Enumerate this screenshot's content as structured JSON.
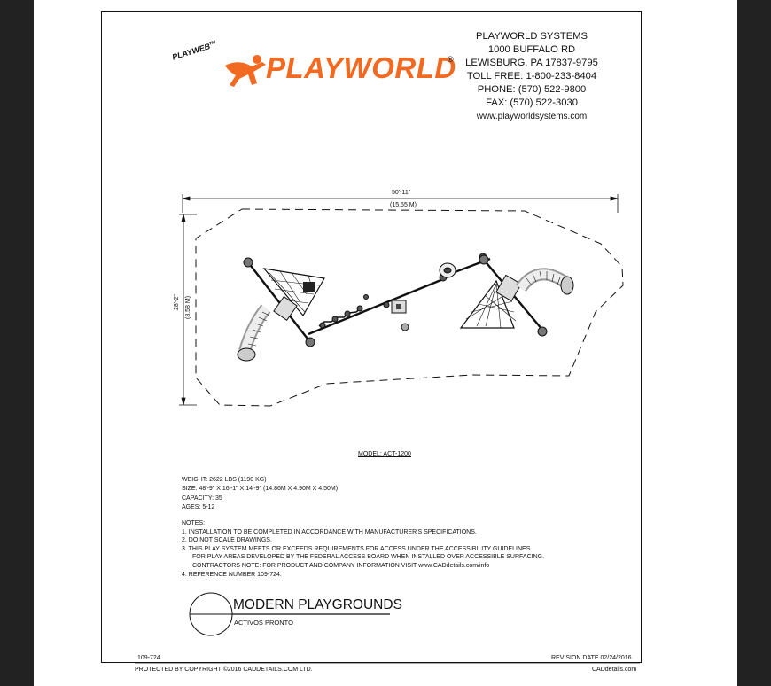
{
  "brand": {
    "playweb": "PLAYWEB",
    "tm": "TM",
    "wordmark": "PLAYWORLD",
    "registered": "®",
    "orange": "#F26A21"
  },
  "company": {
    "name": "PLAYWORLD SYSTEMS",
    "street": "1000 BUFFALO RD",
    "city": "LEWISBURG, PA 17837-9795",
    "tollfree": "TOLL FREE: 1-800-233-8404",
    "phone": "PHONE: (570) 522-9800",
    "fax": "FAX: (570) 522-3030",
    "web": "www.playworldsystems.com"
  },
  "drawing": {
    "width_imperial": "50'-11\"",
    "width_metric": "(15.55 M)",
    "height_imperial": "28'-2\"",
    "height_metric": "(8.58 M)"
  },
  "specs": {
    "model": "MODEL: ACT-1200",
    "weight": "WEIGHT: 2622 LBS (1190 KG)",
    "size": "SIZE: 48'-9\" X 16'-1\" X 14'-9\" (14.86M X 4.90M X 4.50M)",
    "capacity": "CAPACITY: 35",
    "ages": "AGES: 5-12"
  },
  "notes": {
    "heading": "NOTES:",
    "n1": "1.  INSTALLATION TO BE COMPLETED IN ACCORDANCE WITH MANUFACTURER'S SPECIFICATIONS.",
    "n2": "2.  DO NOT SCALE DRAWINGS.",
    "n3a": "3.  THIS PLAY SYSTEM MEETS OR EXCEEDS REQUIREMENTS FOR ACCESS UNDER THE ACCESSIBILITY GUIDELINES",
    "n3b": "FOR PLAY AREAS DEVELOPED BY THE FEDERAL ACCESS BOARD WHEN INSTALLED OVER ACCESSIBLE SURFACING.",
    "n3c": "CONTRACTORS NOTE: FOR PRODUCT AND COMPANY INFORMATION VISIT www.CADdetails.com/info",
    "n4": "4.  REFERENCE NUMBER 109-724."
  },
  "title": {
    "main": "MODERN PLAYGROUNDS",
    "sub": "ACTIVOS PRONTO"
  },
  "footer": {
    "ref": "109-724",
    "revision": "REVISION DATE 02/24/2016",
    "copyright": "PROTECTED BY COPYRIGHT ©2016 CADDETAILS.COM LTD.",
    "site": "CADdetails.com"
  }
}
